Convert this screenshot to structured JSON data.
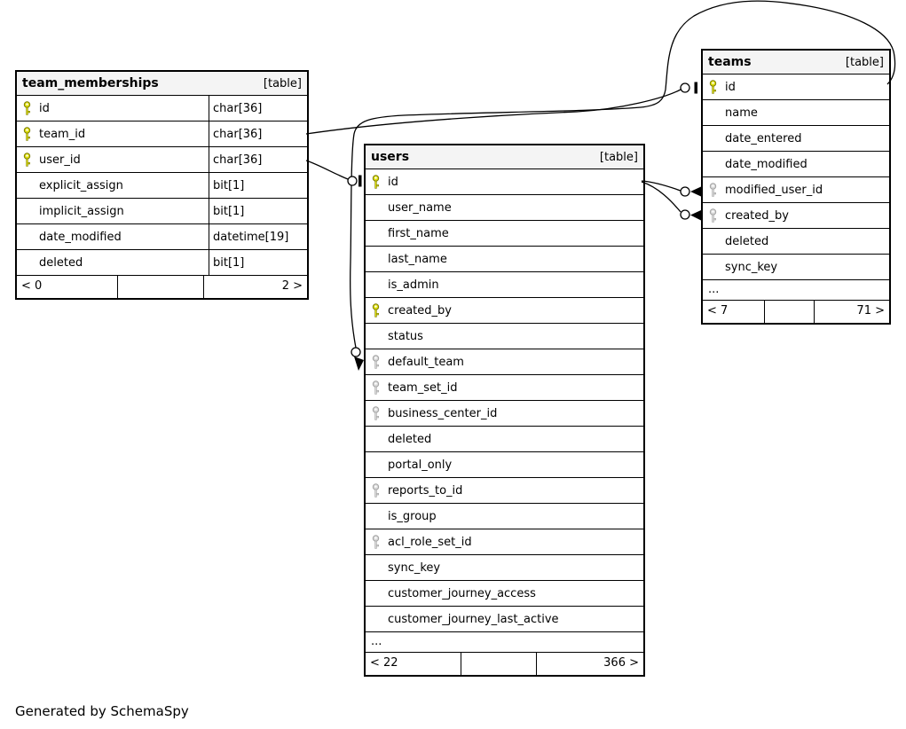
{
  "credit_note": "Generated by SchemaSpy",
  "colors": {
    "primary_key_fill": "#dfe00e",
    "primary_key_stroke": "#7c7c05",
    "foreign_key_fill": "#d9d9d9",
    "foreign_key_stroke": "#a3a3a3",
    "header_bg": "#f4f4f4",
    "border": "#000000"
  },
  "tables": [
    {
      "id": "team_memberships",
      "name": "team_memberships",
      "tag": "[table]",
      "columns": [
        {
          "name": "id",
          "type": "char[36]",
          "key": "primary"
        },
        {
          "name": "team_id",
          "type": "char[36]",
          "key": "primary"
        },
        {
          "name": "user_id",
          "type": "char[36]",
          "key": "primary"
        },
        {
          "name": "explicit_assign",
          "type": "bit[1]",
          "key": "none"
        },
        {
          "name": "implicit_assign",
          "type": "bit[1]",
          "key": "none"
        },
        {
          "name": "date_modified",
          "type": "datetime[19]",
          "key": "none"
        },
        {
          "name": "deleted",
          "type": "bit[1]",
          "key": "none"
        }
      ],
      "ellipsis": null,
      "footer": {
        "left": "< 0",
        "middle": "",
        "right": "2 >"
      }
    },
    {
      "id": "users",
      "name": "users",
      "tag": "[table]",
      "columns": [
        {
          "name": "id",
          "key": "primary"
        },
        {
          "name": "user_name",
          "key": "none"
        },
        {
          "name": "first_name",
          "key": "none"
        },
        {
          "name": "last_name",
          "key": "none"
        },
        {
          "name": "is_admin",
          "key": "none"
        },
        {
          "name": "created_by",
          "key": "primary"
        },
        {
          "name": "status",
          "key": "none"
        },
        {
          "name": "default_team",
          "key": "foreign"
        },
        {
          "name": "team_set_id",
          "key": "foreign"
        },
        {
          "name": "business_center_id",
          "key": "foreign"
        },
        {
          "name": "deleted",
          "key": "none"
        },
        {
          "name": "portal_only",
          "key": "none"
        },
        {
          "name": "reports_to_id",
          "key": "foreign"
        },
        {
          "name": "is_group",
          "key": "none"
        },
        {
          "name": "acl_role_set_id",
          "key": "foreign"
        },
        {
          "name": "sync_key",
          "key": "none"
        },
        {
          "name": "customer_journey_access",
          "key": "none"
        },
        {
          "name": "customer_journey_last_active",
          "key": "none"
        }
      ],
      "ellipsis": "...",
      "footer": {
        "left": "< 22",
        "middle": "",
        "right": "366 >"
      }
    },
    {
      "id": "teams",
      "name": "teams",
      "tag": "[table]",
      "columns": [
        {
          "name": "id",
          "key": "primary"
        },
        {
          "name": "name",
          "key": "none"
        },
        {
          "name": "date_entered",
          "key": "none"
        },
        {
          "name": "date_modified",
          "key": "none"
        },
        {
          "name": "modified_user_id",
          "key": "foreign"
        },
        {
          "name": "created_by",
          "key": "foreign"
        },
        {
          "name": "deleted",
          "key": "none"
        },
        {
          "name": "sync_key",
          "key": "none"
        }
      ],
      "ellipsis": "...",
      "footer": {
        "left": "< 7",
        "middle": "",
        "right": "71 >"
      }
    }
  ],
  "relationships": [
    {
      "from": "team_memberships.team_id",
      "to": "teams.id"
    },
    {
      "from": "team_memberships.user_id",
      "to": "users.id"
    },
    {
      "from": "teams.modified_user_id",
      "to": "users.id"
    },
    {
      "from": "teams.created_by",
      "to": "users.id"
    },
    {
      "from": "users.default_team",
      "to": "teams.id"
    }
  ]
}
